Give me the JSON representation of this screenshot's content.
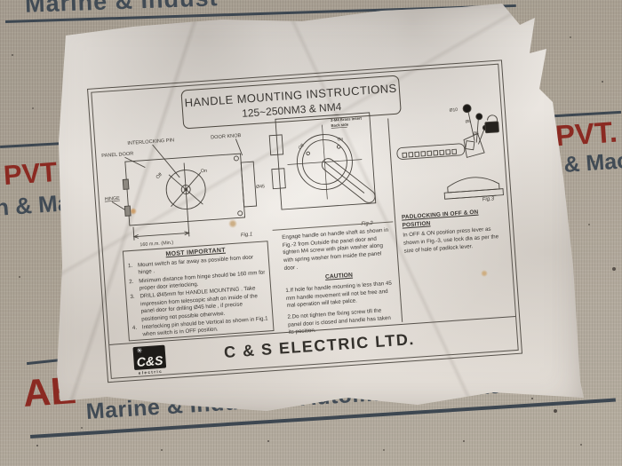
{
  "watermark": {
    "red_color": "#8b2a22",
    "gray_color": "#414b55",
    "top_text": "Marine & Indust",
    "left_red": "PVT",
    "left_gray": "n & Ma",
    "right_red": "H PVT. U",
    "right_gray": "on & Machi",
    "bottom_red": "AE",
    "bottom_gray": "Marine & Industrial Automation & Machinery"
  },
  "sheet": {
    "title_line1": "HANDLE MOUNTING INSTRUCTIONS",
    "title_line2": "125~250NM3 & NM4",
    "figures": {
      "fig1": {
        "caption": "Fig.1",
        "label_interlocking_pin": "INTERLOCKING PIN",
        "label_panel_door": "PANEL DOOR",
        "label_door_knob": "DOOR KNOB",
        "label_hinge": "HINGE",
        "label_off": "Off",
        "label_on": "On",
        "label_dia": "Ø45",
        "label_dim": "160 m.m. (Min.)"
      },
      "fig2": {
        "caption": "Fig.2",
        "label_off": "Off",
        "label_on": "On",
        "note_line1": "2-M4 Brass Insert",
        "note_line2": "Back side"
      },
      "fig3": {
        "caption": "Fig.3",
        "label_d10": "Ø10",
        "label_d8": "Ø8",
        "label_d6": "Ø6"
      }
    },
    "most_important": {
      "heading": "MOST IMPORTANT",
      "items": [
        {
          "num": "1.",
          "text": "Mount switch as far away as possible from door hinge ."
        },
        {
          "num": "2.",
          "text": "Minimum distance from hinge should be 160 mm for proper door interlocking."
        },
        {
          "num": "3.",
          "text": "DRILL Ø45mm for HANDLE MOUNTING . Take impression from telescopic shaft on inside of the panel door for drilling Ø45 hole , if precise positioning not possible otherwise."
        },
        {
          "num": "4.",
          "text": "Interlocking pin should be Vertical as shown in Fig.1 when switch is in OFF position."
        }
      ]
    },
    "middle": {
      "para": "Engage handle on handle shaft as shown in Fig.-2 from Outside the panel door and tighten M4 screw with plain washer along with spring washer from inside the panel door .",
      "caution_heading": "CAUTION",
      "caution_items": [
        "1.If hole for handle mounting is less than 45 mm handle movement will not be free and mal operation will take palce.",
        "2.Do not tighten the fixing screw till the panel door is closed and handle has taken its position."
      ]
    },
    "padlock": {
      "heading": "PADLOCKING IN OFF & ON POSITION",
      "para": "In OFF & ON position press lever as shown in Fig.-3, use lock dia as per the size of hole of padlock lever."
    },
    "footer": {
      "logo_text": "C&S",
      "logo_sun": "✳",
      "logo_sub": "electric",
      "company": "C & S ELECTRIC LTD."
    }
  }
}
